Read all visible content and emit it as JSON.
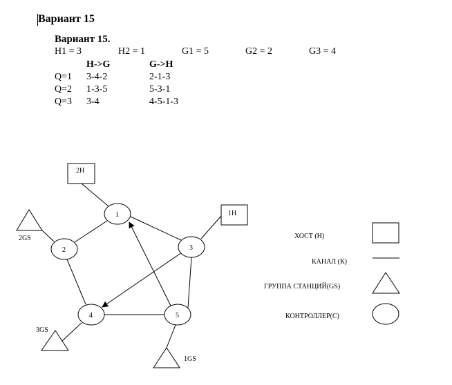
{
  "document": {
    "heading": "Вариант 15",
    "subheading": "Вариант 15.",
    "params": [
      "H1 = 3",
      "H2 = 1",
      "G1 = 5",
      "G2 = 2",
      "G3 = 4"
    ],
    "table": {
      "headers": [
        "",
        "H->G",
        "G->H"
      ],
      "rows": [
        [
          "Q=1",
          "3-4-2",
          "2-1-3"
        ],
        [
          "Q=2",
          "1-3-5",
          "5-3-1"
        ],
        [
          "Q=3",
          "3-4",
          "4-5-1-3"
        ]
      ]
    }
  },
  "diagram": {
    "controllers": [
      {
        "id": "1",
        "label": "1"
      },
      {
        "id": "2",
        "label": "2"
      },
      {
        "id": "3",
        "label": "3"
      },
      {
        "id": "4",
        "label": "4"
      },
      {
        "id": "5",
        "label": "5"
      }
    ],
    "hosts": [
      {
        "label": "2H",
        "connected_to": "1"
      },
      {
        "label": "1H",
        "connected_to": "3"
      }
    ],
    "station_groups": [
      {
        "label": "2GS",
        "connected_to": "2"
      },
      {
        "label": "3GS",
        "connected_to": "4"
      },
      {
        "label": "1GS",
        "connected_to": "5"
      }
    ],
    "links": [
      {
        "from": "1",
        "to": "2",
        "directed": false
      },
      {
        "from": "1",
        "to": "3",
        "directed": false
      },
      {
        "from": "2",
        "to": "4",
        "directed": false
      },
      {
        "from": "3",
        "to": "5",
        "directed": false
      },
      {
        "from": "4",
        "to": "5",
        "directed": false
      },
      {
        "from": "3",
        "to": "4",
        "directed": true
      },
      {
        "from": "5",
        "to": "1",
        "directed": true
      }
    ]
  },
  "legend": {
    "host": "ХОСТ (Н)",
    "channel": "КАНАЛ (К)",
    "station_group": "ГРУППА СТАНЦИЙ(GS)",
    "controller": "КОНТРОЛЛЕР(С)"
  }
}
